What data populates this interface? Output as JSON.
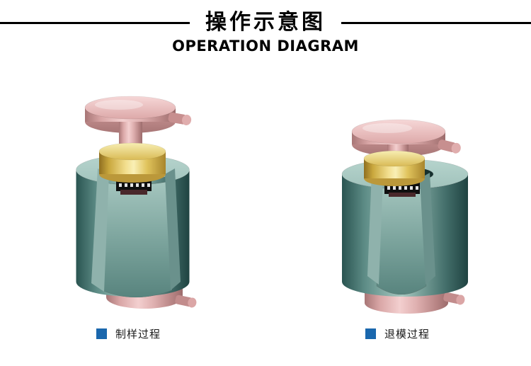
{
  "header": {
    "title_cn": "操作示意图",
    "title_en": "OPERATION DIAGRAM"
  },
  "legend": {
    "items": [
      {
        "id": "sampling",
        "label": "制样过程",
        "swatch_color": "#1a67ad"
      },
      {
        "id": "demolding",
        "label": "退模过程",
        "swatch_color": "#1a67ad"
      }
    ]
  },
  "colors": {
    "background": "#ffffff",
    "title_text": "#000000",
    "rule_line": "#000000",
    "legend_swatch_blue": "#1a67ad",
    "mold_body_teal": "#5d8c86",
    "press_yellow": "#e0c35c",
    "cap_pink": "#e3b3b3",
    "sample_white": "#f3f2ec",
    "seal_black": "#0f0f0f"
  }
}
